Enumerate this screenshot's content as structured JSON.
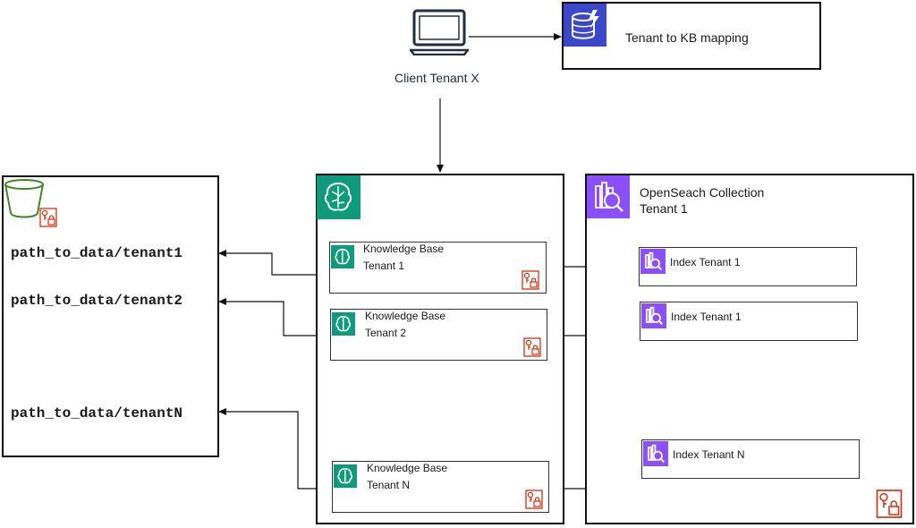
{
  "client": {
    "label": "Client Tenant X"
  },
  "mapping": {
    "label": "Tenant to KB mapping"
  },
  "s3": {
    "paths": [
      "path_to_data/tenant1",
      "path_to_data/tenant2",
      "path_to_data/tenantN"
    ]
  },
  "bedrock": {
    "knowledge_bases": [
      {
        "line1": "Knowledge Base",
        "line2": "Tenant 1"
      },
      {
        "line1": "Knowledge Base",
        "line2": "Tenant 2"
      },
      {
        "line1": "Knowledge Base",
        "line2": "Tenant N"
      }
    ]
  },
  "opensearch": {
    "title_line1": "OpenSeach Collection",
    "title_line2": "Tenant 1",
    "indexes": [
      "Index Tenant 1",
      "Index Tenant 1",
      "Index Tenant N"
    ]
  },
  "colors": {
    "dynamodb": "#3b48cc",
    "bedrock": "#0f9b7b",
    "opensearch": "#8c4fff",
    "s3": "#3f8624",
    "kms_lock": "#d13212"
  },
  "icons": [
    "computer-icon",
    "dynamodb-icon",
    "s3-bucket-icon",
    "bedrock-icon",
    "opensearch-icon",
    "lock-key-icon"
  ]
}
